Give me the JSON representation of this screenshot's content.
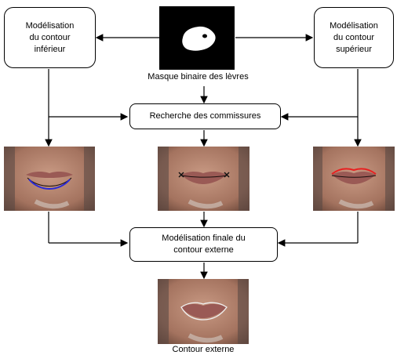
{
  "nodes": {
    "lower_contour": {
      "line1": "Modélisation",
      "line2": "du contour",
      "line3": "inférieur"
    },
    "upper_contour": {
      "line1": "Modélisation",
      "line2": "du contour",
      "line3": "supérieur"
    },
    "corners_search": {
      "label": "Recherche des commissures"
    },
    "final_model": {
      "line1": "Modélisation finale du",
      "line2": "contour externe"
    }
  },
  "captions": {
    "binary_mask": "Masque binaire des lèvres",
    "external_contour": "Contour externe"
  },
  "colors": {
    "lower_curve": "#2a2ad6",
    "upper_curve": "#e82020",
    "corner_marks": "#111111",
    "outer_contour": "#f0f0f0",
    "mask_bg": "#000000",
    "mask_blob": "#ffffff",
    "skin": "#b98a73"
  },
  "images": [
    {
      "name": "mouth-photo-lower",
      "overlay": "lower-contour-curve"
    },
    {
      "name": "mouth-photo-corners",
      "overlay": "corner-markers"
    },
    {
      "name": "mouth-photo-upper",
      "overlay": "upper-contour-curve"
    },
    {
      "name": "mouth-photo-final",
      "overlay": "outer-contour-outline"
    }
  ]
}
